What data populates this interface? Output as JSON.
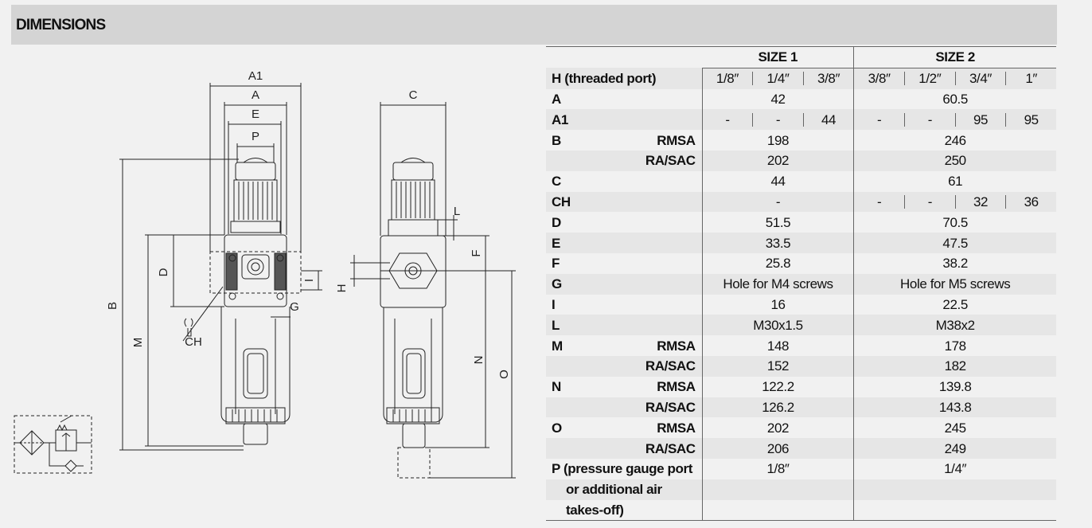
{
  "header": {
    "title": "DIMENSIONS"
  },
  "drawing": {
    "labels": {
      "A1": "A1",
      "A": "A",
      "E": "E",
      "P": "P",
      "D": "D",
      "B": "B",
      "M": "M",
      "CH": "CH",
      "G": "G",
      "I": "I",
      "C": "C",
      "L": "L",
      "F": "F",
      "H": "H",
      "N": "N",
      "O": "O"
    }
  },
  "table": {
    "size1": "SIZE 1",
    "size2": "SIZE 2",
    "sub_rmsa": "RMSA",
    "sub_rasac": "RA/SAC",
    "rows": {
      "H": {
        "label": "H  (threaded port)",
        "s1": [
          "1/8″",
          "1/4″",
          "3/8″"
        ],
        "s2": [
          "3/8″",
          "1/2″",
          "3/4″",
          "1″"
        ]
      },
      "A": {
        "label": "A",
        "s1": "42",
        "s2": "60.5"
      },
      "A1": {
        "label": "A1",
        "s1": [
          "-",
          "-",
          "44"
        ],
        "s2": [
          "-",
          "-",
          "95",
          "95"
        ]
      },
      "B": {
        "label": "B",
        "s1_rmsa": "198",
        "s2_rmsa": "246",
        "s1_rasac": "202",
        "s2_rasac": "250"
      },
      "C": {
        "label": "C",
        "s1": "44",
        "s2": "61"
      },
      "CH": {
        "label": "CH",
        "s1": "-",
        "s2": [
          "-",
          "-",
          "32",
          "36"
        ]
      },
      "D": {
        "label": "D",
        "s1": "51.5",
        "s2": "70.5"
      },
      "E": {
        "label": "E",
        "s1": "33.5",
        "s2": "47.5"
      },
      "F": {
        "label": "F",
        "s1": "25.8",
        "s2": "38.2"
      },
      "G": {
        "label": "G",
        "s1": "Hole for M4 screws",
        "s2": "Hole for M5 screws"
      },
      "I": {
        "label": "I",
        "s1": "16",
        "s2": "22.5"
      },
      "L": {
        "label": "L",
        "s1": "M30x1.5",
        "s2": "M38x2"
      },
      "M": {
        "label": "M",
        "s1_rmsa": "148",
        "s2_rmsa": "178",
        "s1_rasac": "152",
        "s2_rasac": "182"
      },
      "N": {
        "label": "N",
        "s1_rmsa": "122.2",
        "s2_rmsa": "139.8",
        "s1_rasac": "126.2",
        "s2_rasac": "143.8"
      },
      "O": {
        "label": "O",
        "s1_rmsa": "202",
        "s2_rmsa": "245",
        "s1_rasac": "206",
        "s2_rasac": "249"
      },
      "P": {
        "label1": "P (pressure gauge port",
        "label2": "or additional air",
        "label3": "takes-off)",
        "s1": "1/8″",
        "s2": "1/4″"
      }
    }
  }
}
